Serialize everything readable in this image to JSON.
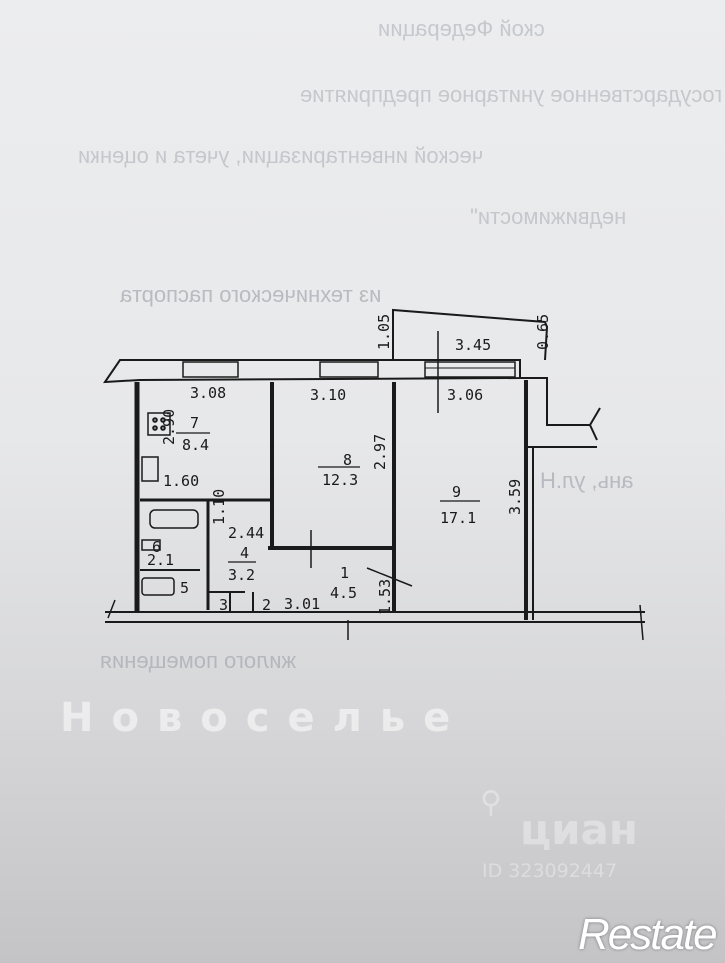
{
  "background_text": [
    "ской Федерации",
    "государственное унитарное предприятие",
    "ческой инвентаризации, учета и оценки",
    "недвижимости\"",
    "из технического паспорта",
    "жилого помещения",
    "ань, ул.Н"
  ],
  "floor_plan": {
    "rooms": [
      {
        "number": "7",
        "area": "8.4"
      },
      {
        "number": "8",
        "area": "12.3"
      },
      {
        "number": "9",
        "area": "17.1"
      },
      {
        "number": "1",
        "area": "4.5"
      },
      {
        "number": "4",
        "area": "3.2"
      },
      {
        "number": "6",
        "area": "2.1"
      },
      {
        "number": "5",
        "area": ""
      },
      {
        "number": "3",
        "area": ""
      },
      {
        "number": "2",
        "area": ""
      }
    ],
    "dimensions": [
      "3.08",
      "3.10",
      "3.06",
      "3.45",
      "1.05",
      "0.65",
      "2.97",
      "3.59",
      "1.60",
      "2.44",
      "1.53",
      "3.01",
      "2.90",
      "1.10"
    ]
  },
  "watermarks": {
    "center": "Новосельe",
    "cian": "циан",
    "cian_id": "ID 323092447",
    "restate": "Restate"
  }
}
